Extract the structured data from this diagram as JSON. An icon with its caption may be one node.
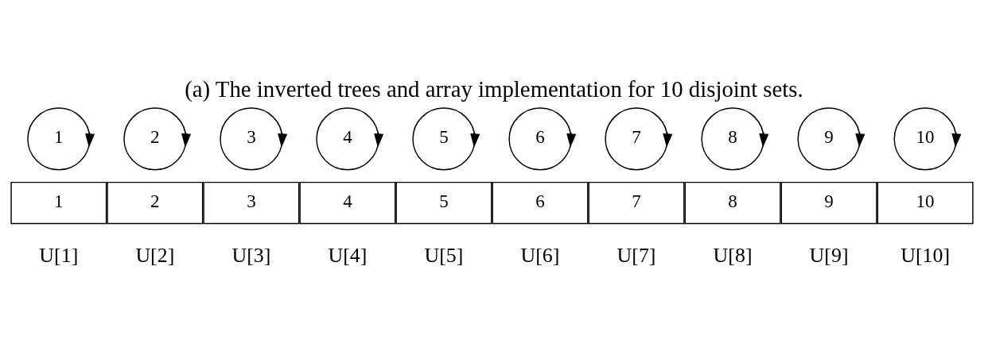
{
  "diagram": {
    "title": "(a) The inverted trees and array implementation for 10 disjoint sets.",
    "nodes": [
      {
        "text": [
          "1"
        ]
      },
      {
        "text": [
          "2"
        ]
      },
      {
        "text": [
          "3"
        ]
      },
      {
        "text": [
          "4"
        ]
      },
      {
        "text": [
          "5"
        ]
      },
      {
        "text": [
          "6"
        ]
      },
      {
        "text": [
          "7"
        ]
      },
      {
        "text": [
          "8"
        ]
      },
      {
        "text": [
          "9"
        ]
      },
      {
        "text": [
          "10"
        ]
      },
      {
        "text": [
          "1"
        ],
        "beside": [
          "U[1]"
        ]
      },
      {
        "text": [
          "2"
        ],
        "beside": [
          "U[2]"
        ]
      },
      {
        "text": [
          "3"
        ],
        "beside": [
          "U[3]"
        ]
      },
      {
        "text": [
          "4"
        ],
        "beside": [
          "U[4]"
        ]
      },
      {
        "text": [
          "5"
        ],
        "beside": [
          "U[5]"
        ]
      },
      {
        "text": [
          "6"
        ],
        "beside": [
          "U[6]"
        ]
      },
      {
        "text": [
          "7"
        ],
        "beside": [
          "U[7]"
        ]
      },
      {
        "text": [
          "8"
        ],
        "beside": [
          "U[8]"
        ]
      },
      {
        "text": [
          "9"
        ],
        "beside": [
          "U[9]"
        ]
      },
      {
        "text": [
          "10"
        ],
        "beside": [
          "U[10]"
        ]
      }
    ],
    "edges": [
      {
        "from": 0,
        "to": 0,
        "arrow": "to"
      },
      {
        "from": 1,
        "to": 1,
        "arrow": "to"
      },
      {
        "from": 2,
        "to": 2,
        "arrow": "to"
      },
      {
        "from": 3,
        "to": 3,
        "arrow": "to"
      },
      {
        "from": 4,
        "to": 4,
        "arrow": "to"
      },
      {
        "from": 5,
        "to": 5,
        "arrow": "to"
      },
      {
        "from": 6,
        "to": 6,
        "arrow": "to"
      },
      {
        "from": 7,
        "to": 7,
        "arrow": "to"
      },
      {
        "from": 8,
        "to": 8,
        "arrow": "to"
      },
      {
        "from": 9,
        "to": 9,
        "arrow": "to"
      }
    ]
  }
}
